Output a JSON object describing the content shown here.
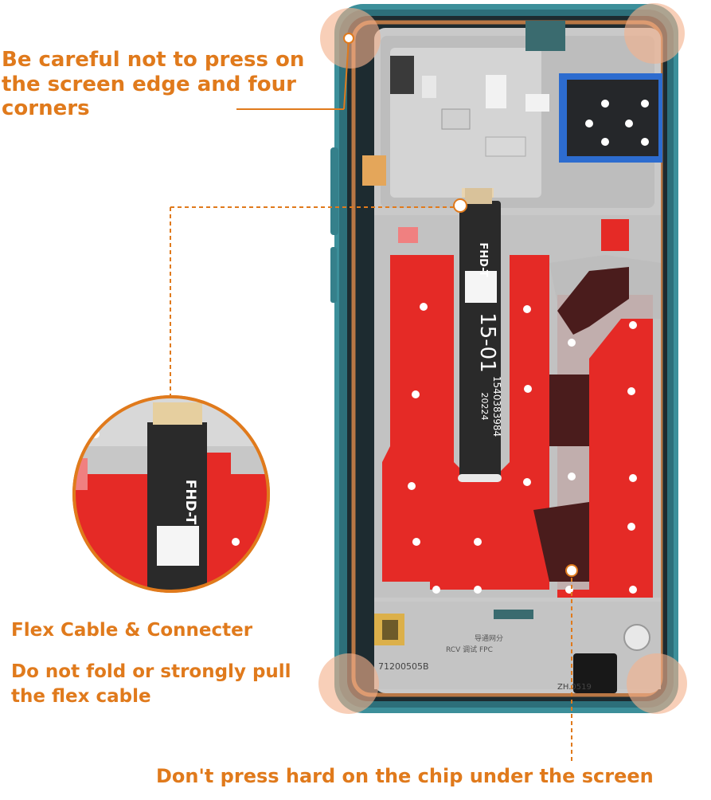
{
  "callouts": {
    "edge_warning": "Be careful not to press on the screen edge and four corners",
    "flex_title": "Flex Cable & Connecter",
    "flex_warning": "Do not fold or strongly pull the flex cable",
    "chip_warning": "Don't press hard on the chip under the screen"
  },
  "flex_cable": {
    "model_label": "FHD-T",
    "part_label": "15-01",
    "serial": "1540383984",
    "date_code": "20224"
  },
  "frame_labels": {
    "bottom_left_code": "71200505B",
    "bottom_right_code": "ZH.0519",
    "bottom_fpc": "RCV 调试 FPC",
    "bottom_chinese": "导通网分"
  },
  "colors": {
    "accent": "#e07a1c",
    "red_tape": "#e52a26",
    "frame_silver": "#c9c9c9",
    "bezel_teal": "#3c8f9a",
    "corner_glow": "#f4b28d"
  }
}
